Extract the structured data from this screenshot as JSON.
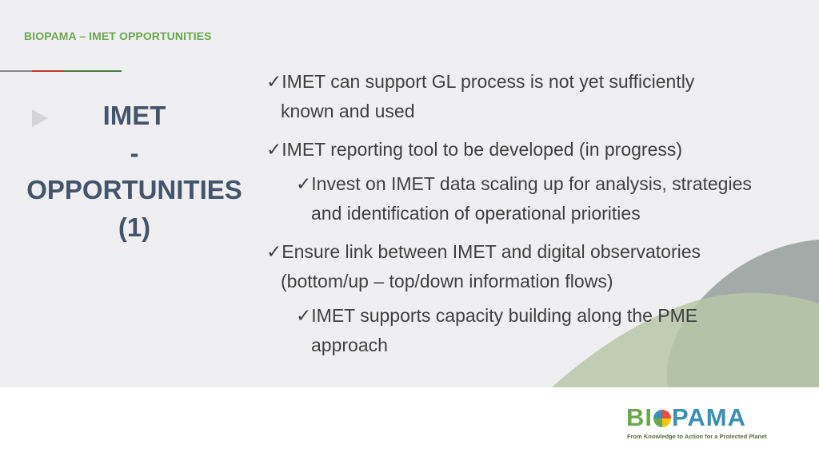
{
  "header": {
    "title": "BIOPAMA – IMET OPPORTUNITIES"
  },
  "section_title": {
    "line1": "IMET",
    "line2": "-",
    "line3": "OPPORTUNITIES",
    "line4": "(1)"
  },
  "check_glyph": "✓",
  "bullets": [
    {
      "line1": "IMET can support GL process is not yet sufficiently",
      "line2": "known and used"
    },
    {
      "line1": "IMET reporting tool to be developed (in progress)"
    },
    {
      "line1": "Invest on IMET data scaling up for analysis, strategies",
      "line2": "and identification of operational priorities"
    },
    {
      "line1": "Ensure link between IMET and digital observatories",
      "line2": "(bottom/up – top/down information flows)"
    },
    {
      "line1": "IMET supports capacity building along the PME",
      "line2": "approach"
    }
  ],
  "logo": {
    "word_part1": "BI",
    "word_part2": "PAMA",
    "tagline": "From Knowledge to Action for a Protected Planet"
  },
  "colors": {
    "header_green": "#6aa84f",
    "title_slate": "#44546a",
    "body_text": "#404040",
    "wave_grey": "#a2aba8",
    "wave_green": "#b7c7a7",
    "logo_blue": "#3a8fb5"
  }
}
